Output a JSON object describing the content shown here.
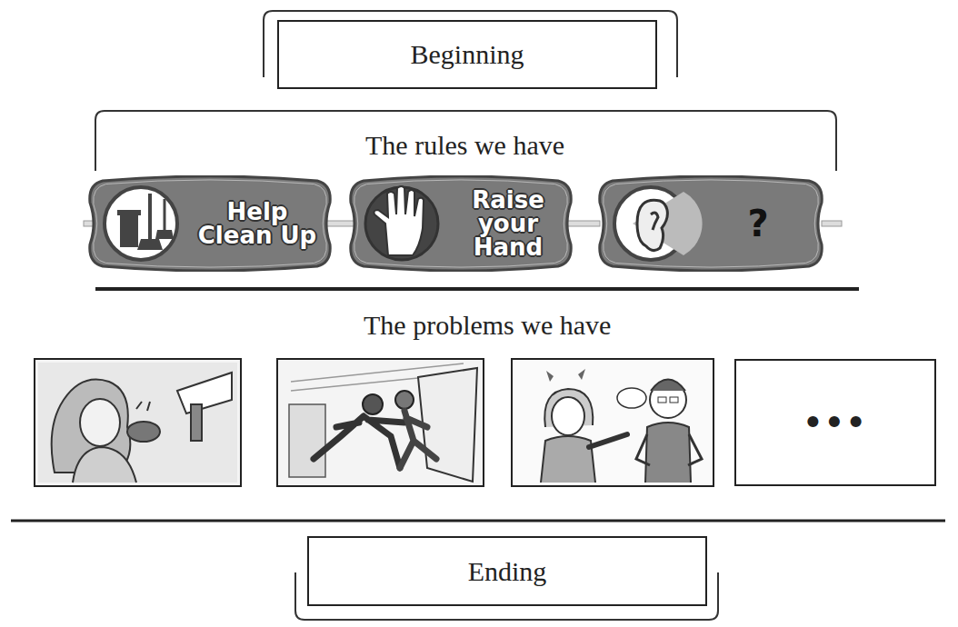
{
  "diagram": {
    "nodes": [
      {
        "text": [
          "Beginning"
        ]
      },
      {
        "text": [
          "Help Clean Up"
        ]
      },
      {
        "text": [
          "Raise your Hand"
        ]
      },
      {
        "text": [
          "?"
        ]
      },
      {
        "text": [
          "•••"
        ]
      },
      {
        "text": [
          "Ending"
        ]
      }
    ],
    "labels": [
      "The rules we have",
      "The problems we have"
    ]
  }
}
